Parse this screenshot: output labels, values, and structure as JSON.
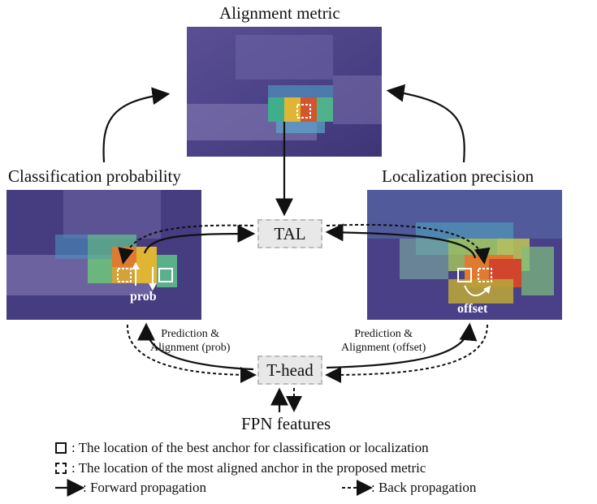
{
  "titles": {
    "alignment": "Alignment metric",
    "classification": "Classification probability",
    "localization": "Localization precision"
  },
  "boxes": {
    "tal": "TAL",
    "thead": "T-head",
    "fpn": "FPN features"
  },
  "overlay": {
    "prob": "prob",
    "offset": "offset"
  },
  "edge_labels": {
    "left_line1": "Prediction &",
    "left_line2": "Alignment (prob)",
    "right_line1": "Prediction &",
    "right_line2": "Alignment (offset)"
  },
  "legend": {
    "solid_box": ": The location of the best anchor for classification or localization",
    "dashed_box": ": The location of the most aligned anchor in the proposed metric",
    "forward": ": Forward propagation",
    "back": ": Back propagation"
  },
  "colors": {
    "panel_bg": "#4b3f86",
    "arrow": "#111111"
  }
}
